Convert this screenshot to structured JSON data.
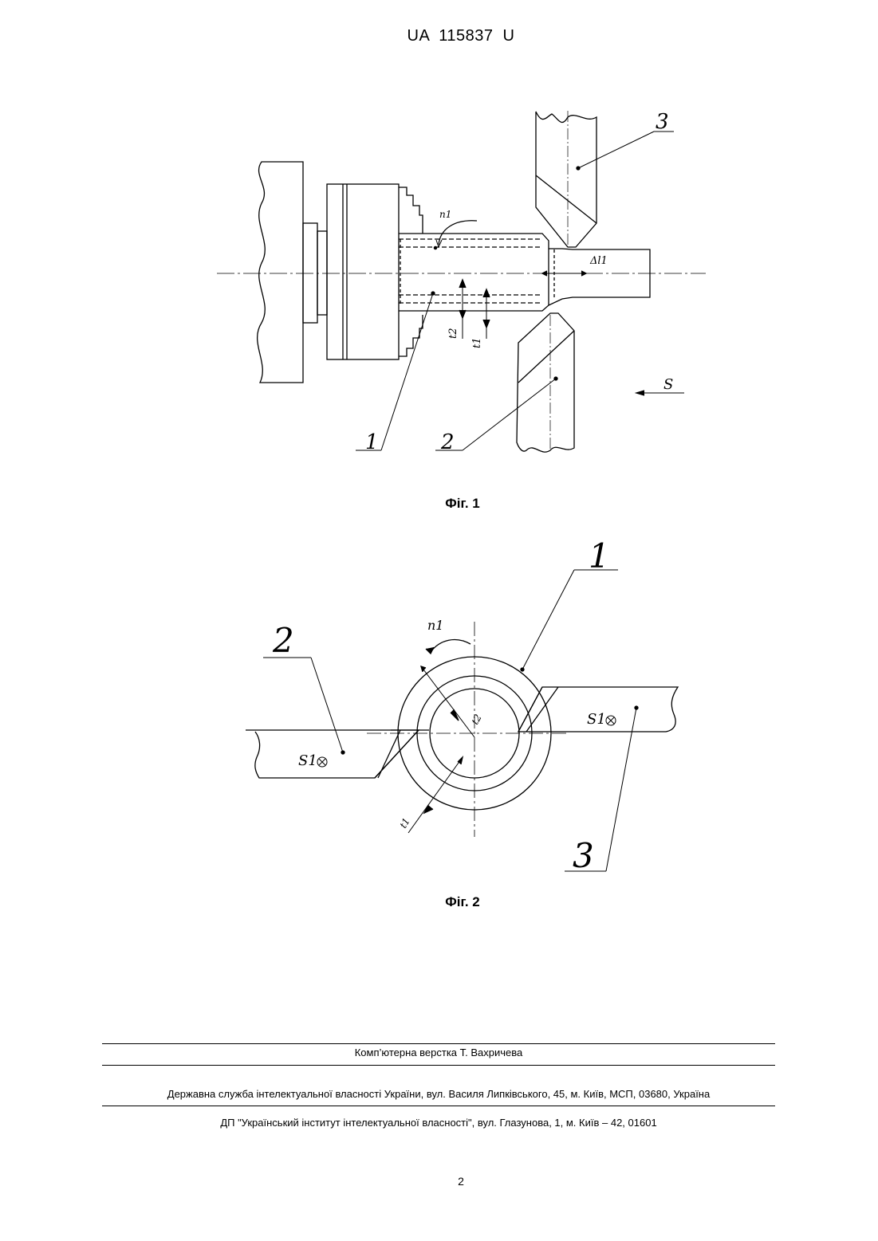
{
  "header": {
    "document_number": "UA   115837   U"
  },
  "figures": [
    {
      "caption": "Фіг. 1",
      "labels": {
        "part1": "1",
        "part2": "2",
        "part3": "3",
        "n1": "n1",
        "dl1": "Δl1",
        "t1": "t1",
        "t2": "t2",
        "s": "S"
      }
    },
    {
      "caption": "Фіг. 2",
      "labels": {
        "part1": "1",
        "part2": "2",
        "part3": "3",
        "n1": "n1",
        "s1_left": "S1",
        "s1_right": "S1",
        "t1": "t1",
        "t2": "t2"
      }
    }
  ],
  "footer": {
    "typesetting": "Комп’ютерна верстка Т. Вахричева",
    "agency": "Державна служба інтелектуальної власності України, вул. Василя Липківського, 45, м. Київ, МСП, 03680, Україна",
    "institute": "ДП \"Український інститут інтелектуальної власності\", вул. Глазунова, 1, м. Київ – 42, 01601"
  },
  "page": {
    "number": "2"
  }
}
